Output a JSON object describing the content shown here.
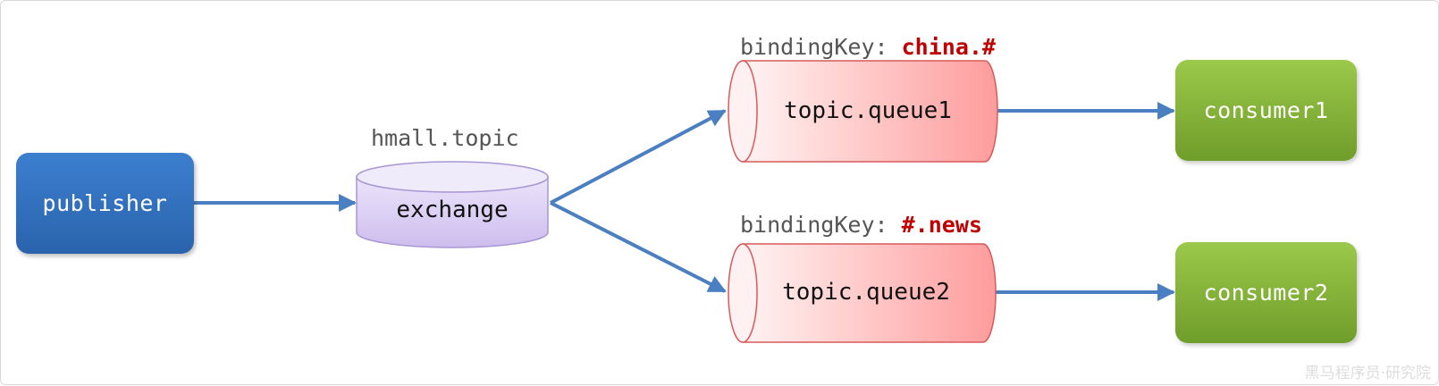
{
  "nodes": {
    "publisher": "publisher",
    "exchange": "exchange",
    "exchange_name": "hmall.topic",
    "queue1": "topic.queue1",
    "queue2": "topic.queue2",
    "consumer1": "consumer1",
    "consumer2": "consumer2"
  },
  "bindings": {
    "queue1": {
      "prefix": "bindingKey: ",
      "key": "china.#"
    },
    "queue2": {
      "prefix": "bindingKey: ",
      "key": "#.news"
    }
  },
  "colors": {
    "publisher": "#2a63ad",
    "exchange": "#d9cdf0",
    "queue": "#ff9e9e",
    "consumer": "#7fae34",
    "arrow": "#4a7fc1",
    "binding_key": "#c00000"
  },
  "watermark": "黑马程序员·研究院"
}
